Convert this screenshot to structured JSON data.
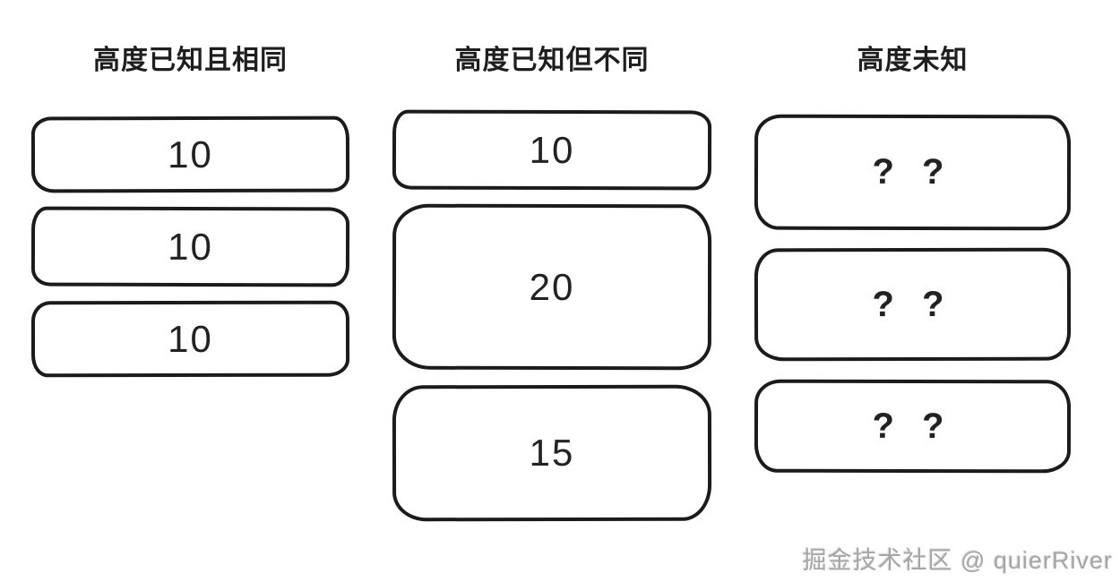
{
  "page": {
    "background": "#ffffff",
    "stroke_color": "#1b1b1b",
    "text_color": "#222222",
    "watermark": "掘金技术社区 @ quierRiver",
    "watermark_color": "#a6a6a6"
  },
  "columns": [
    {
      "id": "height-known-same",
      "title": "高度已知且相同",
      "boxes": [
        {
          "label": "10"
        },
        {
          "label": "10"
        },
        {
          "label": "10"
        }
      ]
    },
    {
      "id": "height-known-different",
      "title": "高度已知但不同",
      "boxes": [
        {
          "label": "10"
        },
        {
          "label": "20"
        },
        {
          "label": "15"
        }
      ]
    },
    {
      "id": "height-unknown",
      "title": "高度未知",
      "boxes": [
        {
          "label": "? ?"
        },
        {
          "label": "? ?"
        },
        {
          "label": "? ?"
        }
      ]
    }
  ]
}
